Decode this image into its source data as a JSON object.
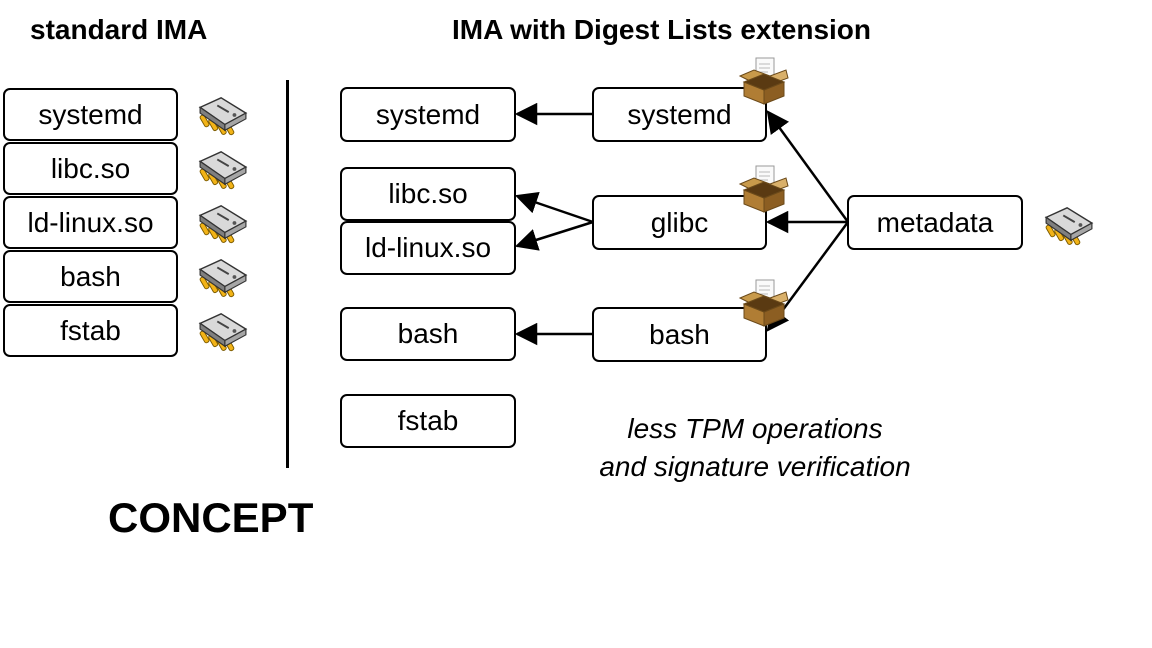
{
  "left": {
    "heading": "standard IMA",
    "files": [
      "systemd",
      "libc.so",
      "ld-linux.so",
      "bash",
      "fstab"
    ]
  },
  "right": {
    "heading": "IMA with Digest Lists extension",
    "files": [
      "systemd",
      "libc.so",
      "ld-linux.so",
      "bash",
      "fstab"
    ],
    "packages": [
      "systemd",
      "glibc",
      "bash"
    ],
    "metadata": "metadata"
  },
  "note": [
    "less TPM operations",
    "and signature verification"
  ],
  "footer": "CONCEPT",
  "icons": {
    "measurement": "chip-icon",
    "package": "package-box-icon"
  }
}
